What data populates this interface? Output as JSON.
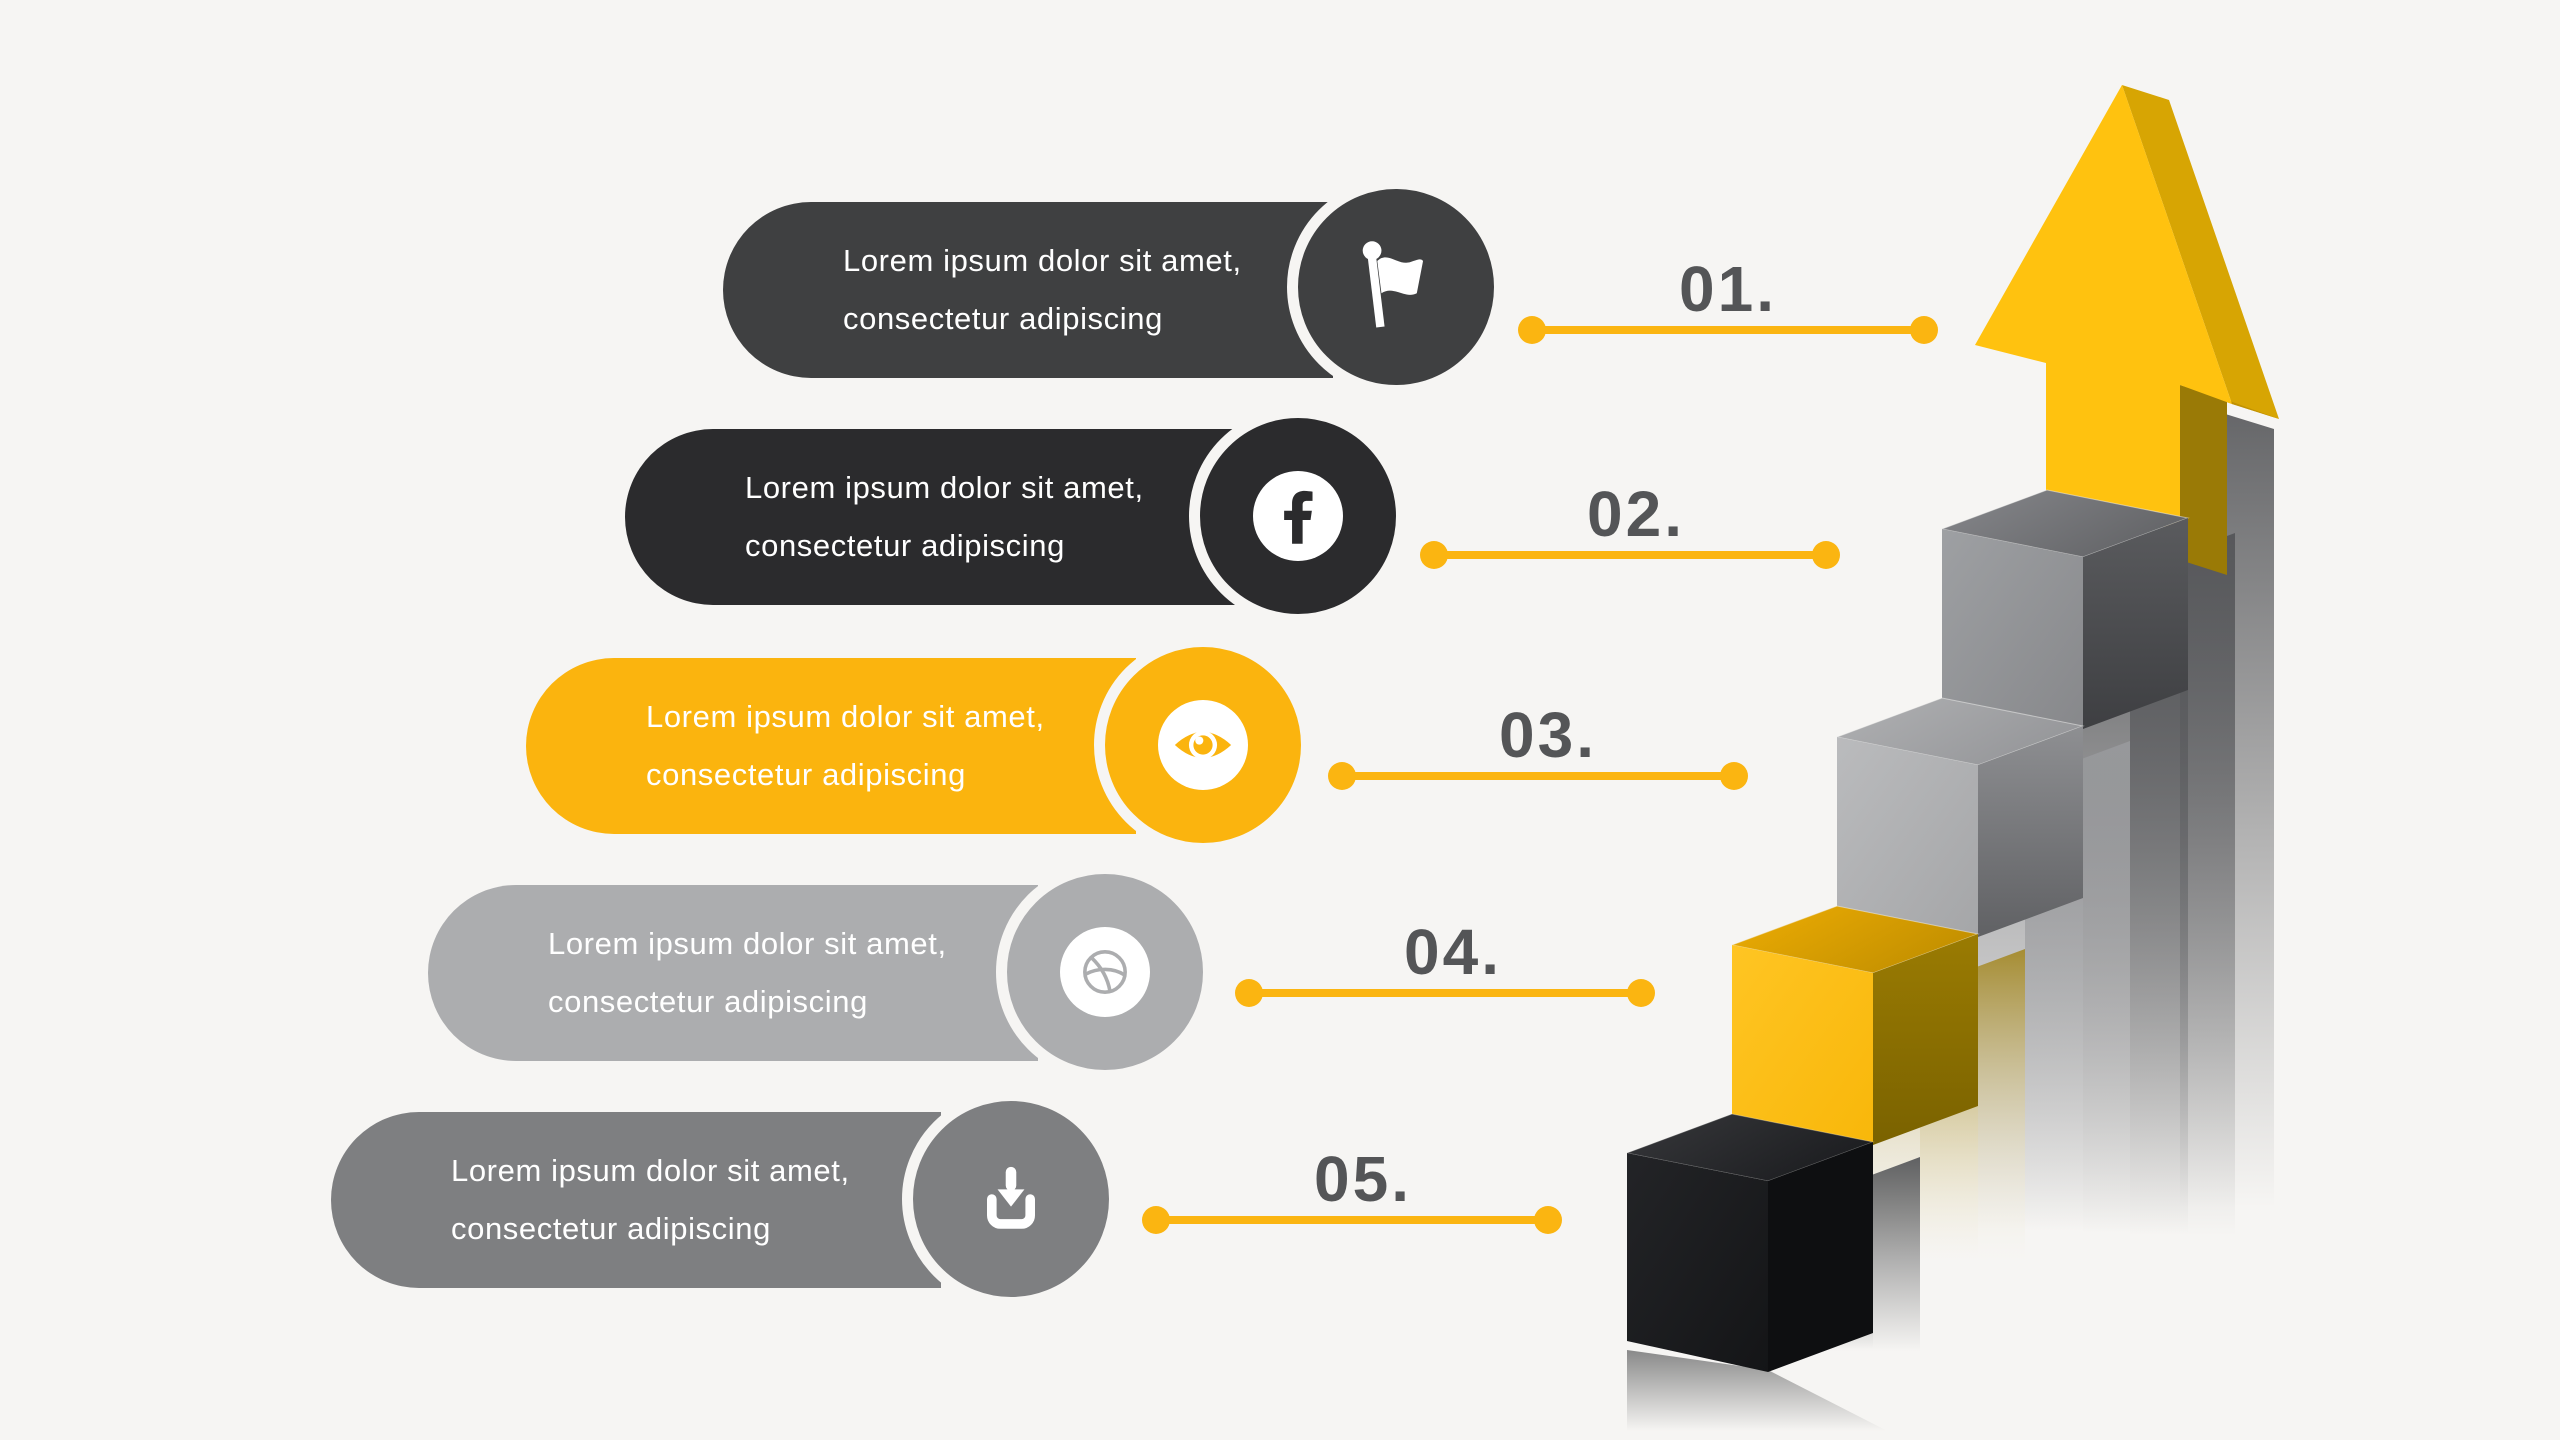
{
  "background_color": "#F6F5F3",
  "accent_color": "#FBB511",
  "number_color": "#545557",
  "steps": [
    {
      "number": "01.",
      "line1": "Lorem ipsum dolor sit amet,",
      "line2": "consectetur adipiscing",
      "icon": "flag-icon",
      "color": "#3F4041",
      "text_color": "#FFFFFF"
    },
    {
      "number": "02.",
      "line1": "Lorem ipsum dolor sit amet,",
      "line2": "consectetur adipiscing",
      "icon": "facebook-icon",
      "color": "#2B2B2D",
      "text_color": "#FFFFFF"
    },
    {
      "number": "03.",
      "line1": "Lorem ipsum dolor sit amet,",
      "line2": "consectetur adipiscing",
      "icon": "eye-icon",
      "color": "#FBB40E",
      "text_color": "#FFFFFF"
    },
    {
      "number": "04.",
      "line1": "Lorem ipsum dolor sit amet,",
      "line2": "consectetur adipiscing",
      "icon": "dribbble-icon",
      "color": "#ACADAF",
      "text_color": "#FFFFFF"
    },
    {
      "number": "05.",
      "line1": "Lorem ipsum dolor sit amet,",
      "line2": "consectetur adipiscing",
      "icon": "download-icon",
      "color": "#7E7F81",
      "text_color": "#FFFFFF"
    }
  ],
  "graphic": {
    "description": "3D staircase of four blocks with an upward yellow arrow on top",
    "block_colors": [
      "#1E1F21",
      "#FFC115",
      "#B3B4B6",
      "#97989A"
    ],
    "arrow_color": "#FFC20F"
  }
}
